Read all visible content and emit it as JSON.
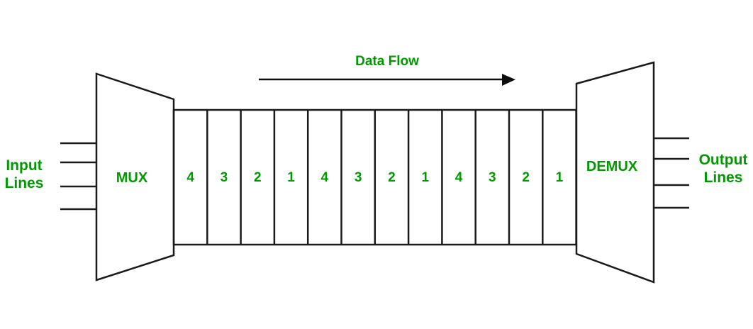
{
  "diagram": {
    "title_label": "Data Flow",
    "colors": {
      "accent_green": "#009900",
      "line_black": "#1a1a1a",
      "background": "#ffffff"
    },
    "left": {
      "side_label": "Input\nLines",
      "side_label_line1": "Input",
      "side_label_line2": "Lines",
      "block_label": "MUX",
      "line_count": 4
    },
    "right": {
      "side_label": "Output\nLines",
      "side_label_line1": "Output",
      "side_label_line2": "Lines",
      "block_label": "DEMUX",
      "line_count": 4
    },
    "channel": {
      "frames": [
        "4",
        "3",
        "2",
        "1",
        "4",
        "3",
        "2",
        "1",
        "4",
        "3",
        "2",
        "1"
      ],
      "frame_count": 12
    },
    "flow": {
      "label": "Data Flow",
      "direction": "left-to-right",
      "arrow_glyph": "arrow-right-icon"
    }
  }
}
